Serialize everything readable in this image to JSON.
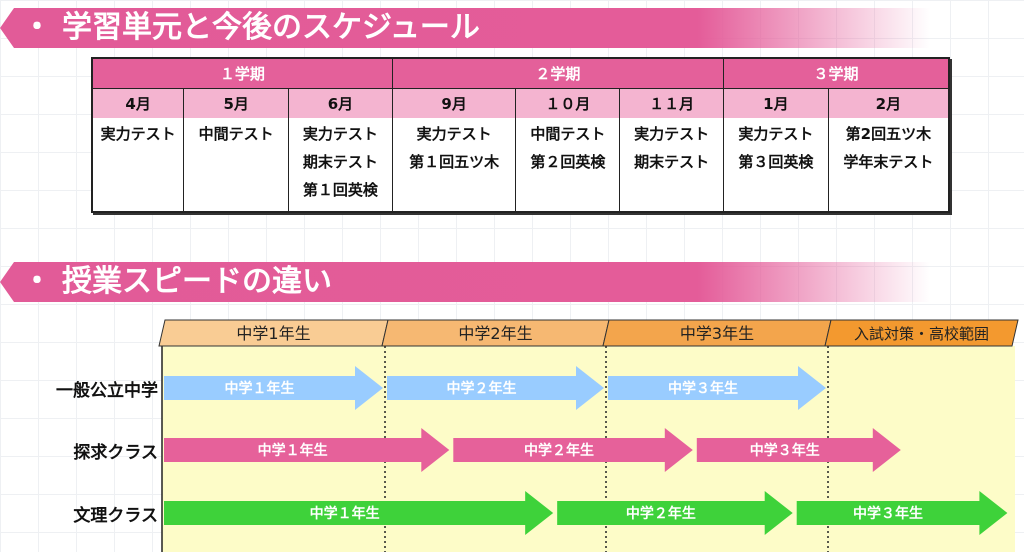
{
  "section1": {
    "title": "学習単元と今後のスケジュール",
    "bullet": "・"
  },
  "schedule": {
    "terms": [
      {
        "label": "１学期",
        "span": 3
      },
      {
        "label": "２学期",
        "span": 3
      },
      {
        "label": "３学期",
        "span": 2
      }
    ],
    "months": [
      {
        "month": "4月",
        "events": [
          "実力テスト"
        ]
      },
      {
        "month": "5月",
        "events": [
          "中間テスト"
        ]
      },
      {
        "month": "6月",
        "events": [
          "実力テスト",
          "期末テスト",
          "第１回英検"
        ]
      },
      {
        "month": "9月",
        "events": [
          "実力テスト",
          "第１回五ツ木"
        ]
      },
      {
        "month": "１０月",
        "events": [
          "中間テスト",
          "第２回英検"
        ]
      },
      {
        "month": "１１月",
        "events": [
          "実力テスト",
          "期末テスト"
        ]
      },
      {
        "month": "1月",
        "events": [
          "実力テスト",
          "第３回英検"
        ]
      },
      {
        "month": "2月",
        "events": [
          "第2回五ツ木",
          "学年末テスト"
        ]
      }
    ]
  },
  "section2": {
    "title": "授業スピードの違い",
    "bullet": "・"
  },
  "chart_data": {
    "type": "timeline",
    "columns": [
      {
        "label": "中学1年生",
        "color": "#f9cc94"
      },
      {
        "label": "中学2年生",
        "color": "#f6b872"
      },
      {
        "label": "中学3年生",
        "color": "#f3a54c"
      },
      {
        "label": "入試対策・高校範囲",
        "color": "#f3992f"
      }
    ],
    "rows": [
      {
        "label": "一般公立中学",
        "color": "#99ccff",
        "segments": [
          {
            "label": "中学１年生",
            "start": 0,
            "end": 1
          },
          {
            "label": "中学２年生",
            "start": 1,
            "end": 2
          },
          {
            "label": "中学３年生",
            "start": 2,
            "end": 3
          }
        ]
      },
      {
        "label": "探求クラス",
        "color": "#e6619a",
        "segments": [
          {
            "label": "中学１年生",
            "start": 0,
            "end": 1.3
          },
          {
            "label": "中学２年生",
            "start": 1.3,
            "end": 2.4
          },
          {
            "label": "中学３年生",
            "start": 2.4,
            "end": 3.4
          }
        ]
      },
      {
        "label": "文理クラス",
        "color": "#3ed23a",
        "segments": [
          {
            "label": "中学１年生",
            "start": 0,
            "end": 1.77
          },
          {
            "label": "中学２年生",
            "start": 1.77,
            "end": 2.85
          },
          {
            "label": "中学３年生",
            "start": 2.85,
            "end": 3.97
          }
        ]
      }
    ]
  }
}
